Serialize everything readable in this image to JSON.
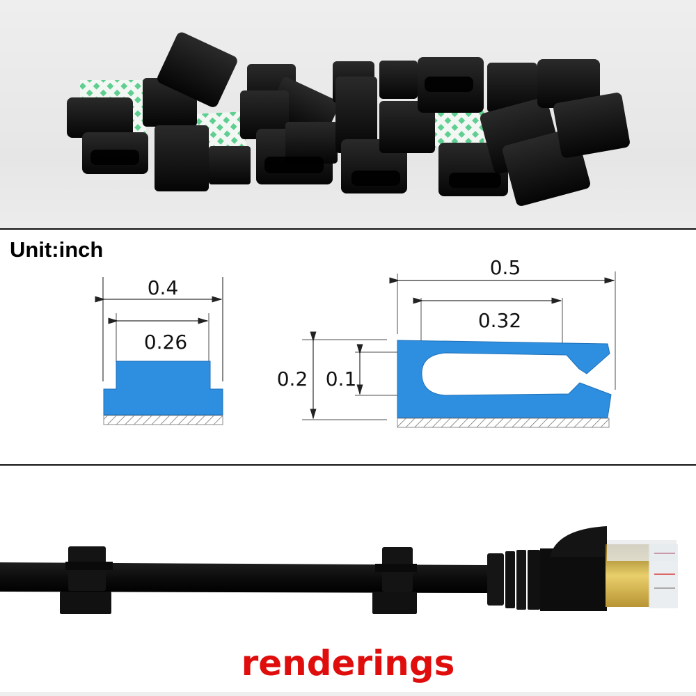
{
  "photo_section": {
    "description": "Product photo of black adhesive cable clips with green-patterned adhesive backing",
    "clip_color": "#111111",
    "adhesive_color": "#6fd19a",
    "background_color": "#e9e9e9"
  },
  "dimensions_section": {
    "unit_label": "Unit:inch",
    "front_view": {
      "outer_width": "0.4",
      "inner_width": "0.26"
    },
    "side_view": {
      "total_length": "0.5",
      "slot_length": "0.32",
      "total_height": "0.2",
      "slot_height": "0.1"
    },
    "fill_color": "#2e8fe0"
  },
  "renderings_section": {
    "label": "renderings",
    "label_color": "#e00d0d",
    "cable_color": "#111111",
    "connector_gold": "#d4b24a"
  }
}
